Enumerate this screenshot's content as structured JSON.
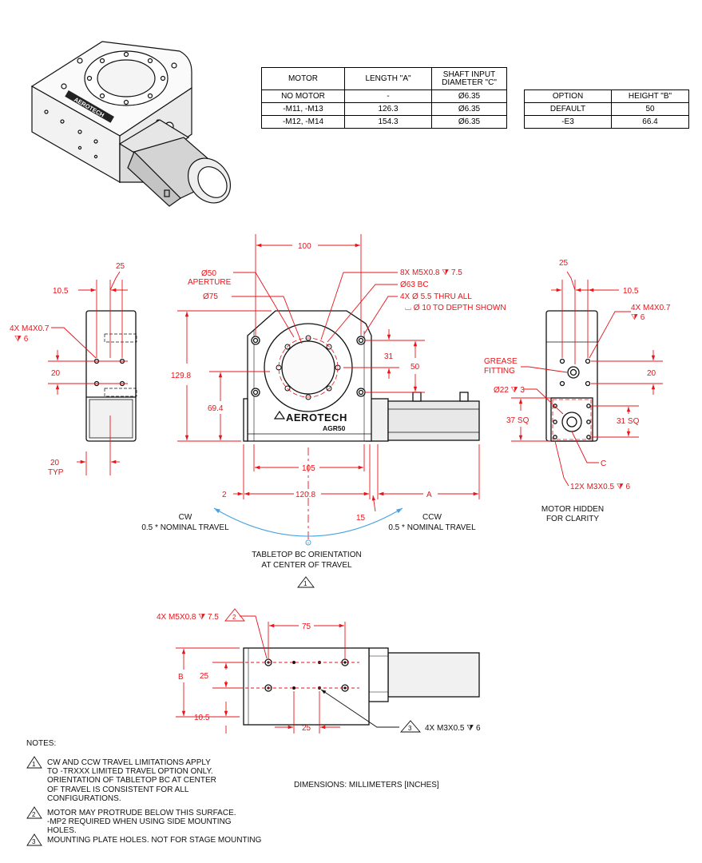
{
  "motor_table": {
    "headers": [
      "MOTOR",
      "LENGTH \"A\"",
      "SHAFT INPUT\nDIAMETER \"C\""
    ],
    "rows": [
      [
        "NO MOTOR",
        "-",
        "Ø6.35"
      ],
      [
        "-M11, -M13",
        "126.3",
        "Ø6.35"
      ],
      [
        "-M12, -M14",
        "154.3",
        "Ø6.35"
      ]
    ]
  },
  "option_table": {
    "headers": [
      "OPTION",
      "HEIGHT \"B\""
    ],
    "rows": [
      [
        "DEFAULT",
        "50"
      ],
      [
        "-E3",
        "66.4"
      ]
    ]
  },
  "brand": {
    "logo": "AEROTECH",
    "model": "AGR50"
  },
  "front_view": {
    "dim_100": "100",
    "aperture": [
      "Ø50",
      "APERTURE"
    ],
    "dia_75": "Ø75",
    "callout_m5": "8X M5X0.8 ⧩ 7.5",
    "callout_bc": "Ø63 BC",
    "callout_thru": "4X Ø 5.5 THRU ALL",
    "callout_cbore": "⌴ Ø 10 TO DEPTH SHOWN",
    "dim_31": "31",
    "dim_50": "50",
    "dim_129_8": "129.8",
    "dim_69_4": "69.4",
    "dim_105": "105",
    "dim_2": "2",
    "dim_120_8": "120.8",
    "dim_15": "15",
    "dim_A": "A",
    "cw": [
      "CW",
      "0.5 * NOMINAL TRAVEL"
    ],
    "ccw": [
      "CCW",
      "0.5 * NOMINAL TRAVEL"
    ],
    "orientation": [
      "TABLETOP BC ORIENTATION",
      "AT CENTER OF TRAVEL"
    ],
    "note_ref": "1"
  },
  "left_view": {
    "dim_25": "25",
    "dim_10_5": "10.5",
    "callout_m4": [
      "4X M4X0.7",
      "⧩ 6"
    ],
    "dim_20": "20",
    "dim_20_typ": [
      "20",
      "TYP"
    ]
  },
  "right_view": {
    "dim_25": "25",
    "dim_10_5": "10.5",
    "callout_m4": [
      "4X M4X0.7",
      "⧩ 6"
    ],
    "grease": [
      "GREASE",
      "FITTING"
    ],
    "dim_20": "20",
    "dia_22": "Ø22 ⧩ 3",
    "sq_37": "37 SQ",
    "sq_31": "31 SQ",
    "label_c": "C",
    "callout_m3": "12X M3X0.5 ⧩ 6",
    "caption": [
      "MOTOR HIDDEN",
      "FOR CLARITY"
    ]
  },
  "bottom_view": {
    "callout_m5": "4X M5X0.8 ⧩ 7.5",
    "note_ref_2": "2",
    "dim_75": "75",
    "dim_B": "B",
    "dim_25_v": "25",
    "dim_10_5": "10.5",
    "dim_25_h": "25",
    "callout_m3": "4X M3X0.5 ⧩ 6",
    "note_ref_3": "3"
  },
  "notes": {
    "title": "NOTES:",
    "items": [
      {
        "num": "1",
        "text": "CW AND CCW TRAVEL LIMITATIONS APPLY\nTO -TRXXX LIMITED TRAVEL OPTION ONLY.\nORIENTATION OF TABLETOP BC AT CENTER\nOF TRAVEL IS CONSISTENT FOR ALL\nCONFIGURATIONS."
      },
      {
        "num": "2",
        "text": "MOTOR MAY PROTRUDE BELOW THIS SURFACE.\n-MP2 REQUIRED WHEN USING SIDE MOUNTING\nHOLES."
      },
      {
        "num": "3",
        "text": "MOUNTING PLATE HOLES. NOT FOR STAGE MOUNTING"
      }
    ]
  },
  "dimensions_note": "DIMENSIONS:  MILLIMETERS [INCHES]",
  "colors": {
    "dimension": "#e8141a",
    "outline": "#111111",
    "arc": "#4aa3e0"
  }
}
